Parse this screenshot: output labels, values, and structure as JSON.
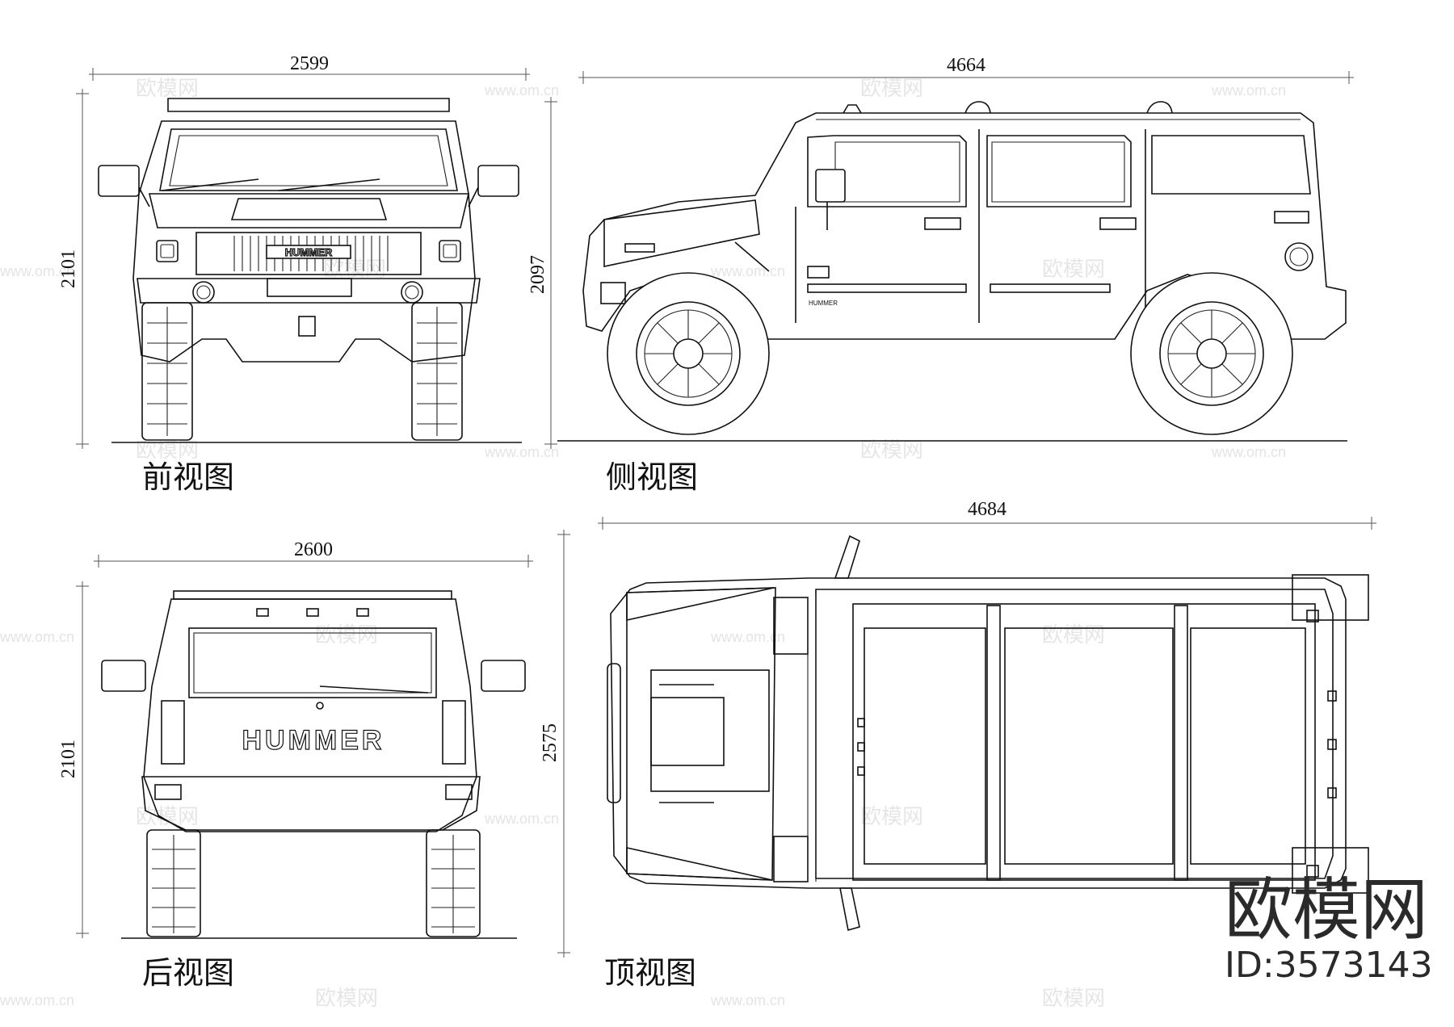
{
  "views": {
    "front": {
      "caption": "前视图",
      "width": "2599",
      "height": "2101"
    },
    "side": {
      "caption": "侧视图",
      "length": "4664",
      "height": "2097"
    },
    "rear": {
      "caption": "后视图",
      "width": "2600",
      "height": "2101",
      "badge": "HUMMER"
    },
    "top": {
      "caption": "顶视图",
      "length": "4684",
      "width": "2575"
    }
  },
  "front_badge": "HUMMER",
  "side_badge": "HUMMER",
  "watermark": {
    "logo_text": "欧模网",
    "url_text": "www.om.cn"
  },
  "brand": {
    "name": "欧模网",
    "id": "ID:3573143"
  }
}
